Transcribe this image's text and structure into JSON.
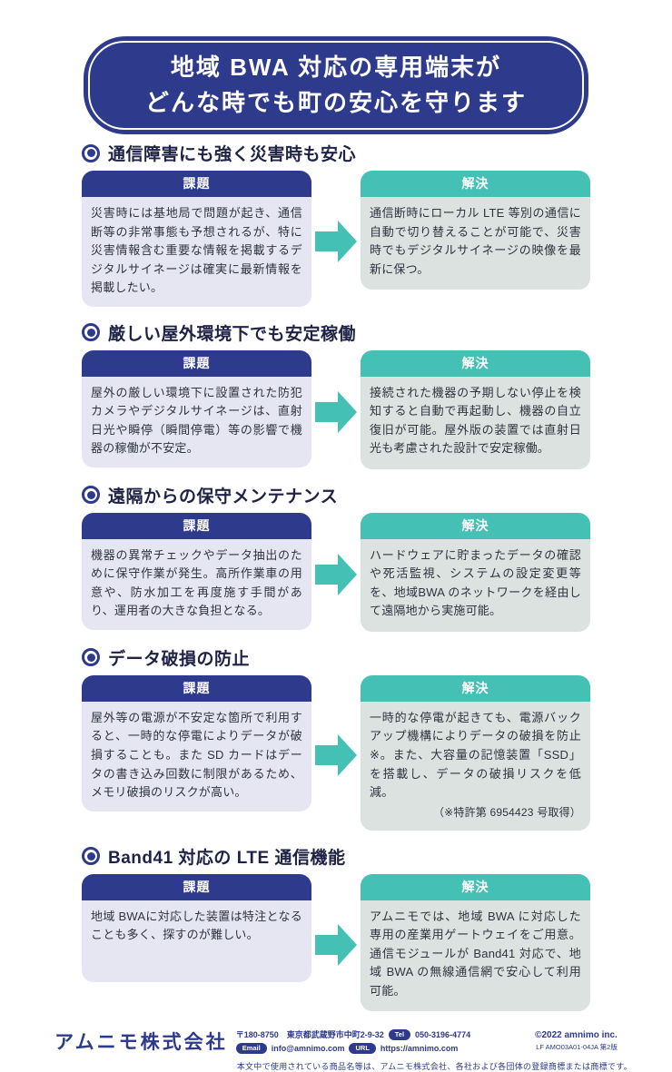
{
  "banner": {
    "title_line1": "地域 BWA 対応の専用端末が",
    "title_line2": "どんな時でも町の安心を守ります"
  },
  "card_labels": {
    "problem": "課題",
    "solution": "解決"
  },
  "sections": [
    {
      "title": "通信障害にも強く災害時も安心",
      "problem": "災害時には基地局で問題が起き、通信断等の非常事態も予想されるが、特に災害情報含む重要な情報を掲載するデジタルサイネージは確実に最新情報を掲載したい。",
      "solution": "通信断時にローカル LTE 等別の通信に自動で切り替えることが可能で、災害時でもデジタルサイネージの映像を最新に保つ。"
    },
    {
      "title": "厳しい屋外環境下でも安定稼働",
      "problem": "屋外の厳しい環境下に設置された防犯カメラやデジタルサイネージは、直射日光や瞬停（瞬間停電）等の影響で機器の稼働が不安定。",
      "solution": "接続された機器の予期しない停止を検知すると自動で再起動し、機器の自立復旧が可能。屋外版の装置では直射日光も考慮された設計で安定稼働。"
    },
    {
      "title": "遠隔からの保守メンテナンス",
      "problem": "機器の異常チェックやデータ抽出のために保守作業が発生。高所作業車の用意や、防水加工を再度施す手間があり、運用者の大きな負担となる。",
      "solution": "ハードウェアに貯まったデータの確認や死活監視、システムの設定変更等を、地域BWA のネットワークを経由して遠隔地から実施可能。"
    },
    {
      "title": "データ破損の防止",
      "problem": "屋外等の電源が不安定な箇所で利用すると、一時的な停電によりデータが破損することも。また SD カードはデータの書き込み回数に制限があるため、メモリ破損のリスクが高い。",
      "solution": "一時的な停電が起きても、電源バックアップ機構によりデータの破損を防止※。また、大容量の記憶装置「SSD」を搭載し、データの破損リスクを低減。",
      "solution_note": "（※特許第 6954423 号取得）"
    },
    {
      "title": "Band41 対応の LTE 通信機能",
      "problem": "地域 BWAに対応した装置は特注となることも多く、探すのが難しい。",
      "solution": "アムニモでは、地域 BWA に対応した専用の産業用ゲートウェイをご用意。通信モジュールが Band41 対応で、地域 BWA の無線通信網で安心して利用可能。"
    }
  ],
  "footer": {
    "company": "アムニモ株式会社",
    "postal_address": "〒180-8750　東京都武蔵野市中町2-9-32",
    "tel_label": "Tel",
    "tel": "050-3196-4774",
    "email_label": "Email",
    "email": "info@amnimo.com",
    "url_label": "URL",
    "url": "https://amnimo.com",
    "copyright": "©2022 amnimo inc.",
    "doc_number": "LF AMO03A01-04JA 第2版",
    "trademark_note": "本文中で使用されている商品名等は、アムニモ株式会社、各社および各団体の登録商標または商標です。"
  },
  "colors": {
    "navy": "#2e3a8c",
    "teal": "#44c0b4",
    "problem_body_bg": "#e5e6f2",
    "solution_body_bg": "#dce2df",
    "heading_text": "#1e2245",
    "body_text": "#2e3440"
  }
}
